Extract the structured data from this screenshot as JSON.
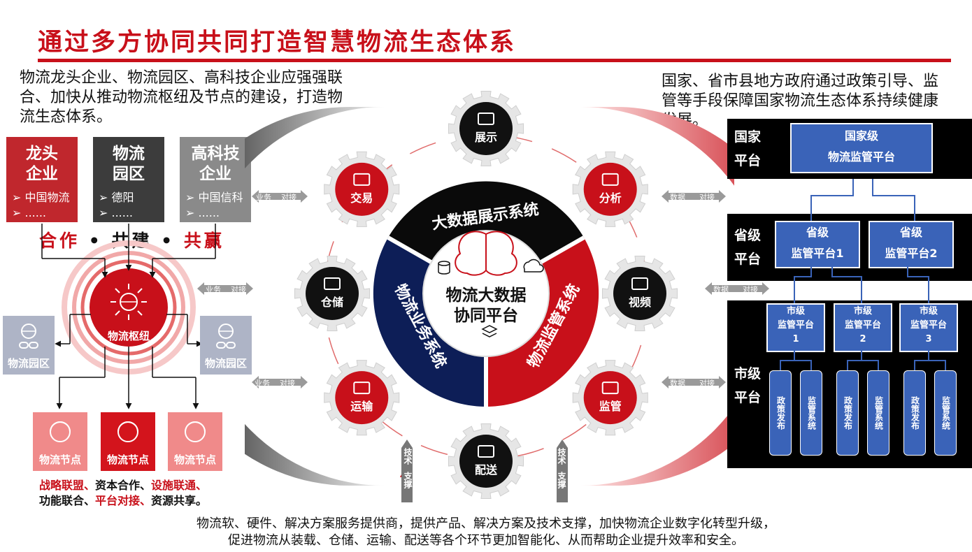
{
  "title": "通过多方协同共同打造智慧物流生态体系",
  "intro_left": [
    "物流龙头企业、物流园区、高科技企业应强强联",
    "合、加快从推动物流枢纽及节点的建设，打造物",
    "流生态体系。"
  ],
  "intro_right": [
    "国家、省市县地方政府通过政策引导、监",
    "管等手段保障国家物流生态体系持续健康",
    "发展。"
  ],
  "corps": [
    {
      "title_l1": "龙头",
      "title_l2": "企业",
      "item1": "中国物流",
      "item2": "......",
      "color": "#c0272d"
    },
    {
      "title_l1": "物流",
      "title_l2": "园区",
      "item1": "德阳",
      "item2": "......",
      "color": "#3c3c3c"
    },
    {
      "title_l1": "高科技",
      "title_l2": "企业",
      "item1": "中国信科",
      "item2": "......",
      "color": "#8a8a8a"
    }
  ],
  "slogan": {
    "w1": "合作",
    "dot": "•",
    "w2": "共建",
    "w3": "共赢"
  },
  "hub": {
    "label": "物流枢纽"
  },
  "parks": {
    "left": "物流园区",
    "right": "物流园区"
  },
  "nodes": [
    "物流节点",
    "物流节点",
    "物流节点"
  ],
  "bottom_left_line1": {
    "a": "战略联盟、",
    "b": "资本合作、",
    "c": "设施联通、"
  },
  "bottom_left_line2": {
    "a": "功能联合、",
    "b": "平台对接、",
    "c": "资源共享。"
  },
  "center": {
    "title_l1": "物流大数据",
    "title_l2": "协同平台",
    "top_sys": "大数据展示系统",
    "left_sys": "物流业务系统",
    "right_sys": "物流监管系统"
  },
  "gears": {
    "top": "展示",
    "top_left": "交易",
    "left": "仓储",
    "bottom_left": "运输",
    "bottom": "配送",
    "bottom_right": "监管",
    "right": "视频",
    "top_right": "分析"
  },
  "arrows_left": {
    "a": "业务",
    "b": "对接"
  },
  "arrows_right": {
    "a": "数据",
    "b": "对接"
  },
  "support": {
    "a": "技术",
    "b": "支撑"
  },
  "levels": {
    "national": [
      "国家",
      "平台"
    ],
    "provincial": [
      "省级",
      "平台"
    ],
    "city": [
      "市级",
      "平台"
    ]
  },
  "national_box": [
    "国家级",
    "物流监管平台"
  ],
  "provincial_boxes": [
    [
      "省级",
      "监管平台1"
    ],
    [
      "省级",
      "监管平台2"
    ]
  ],
  "city_boxes": [
    [
      "市级",
      "监管平台",
      "1"
    ],
    [
      "市级",
      "监管平台",
      "2"
    ],
    [
      "市级",
      "监管平台",
      "3"
    ]
  ],
  "city_sub": [
    "政策发布",
    "监管系统"
  ],
  "bottom_text": [
    "物流软、硬件、解决方案服务提供商，提供产品、解决方案及技术支撑，加快物流企业数字化转型升级，",
    "促进物流从装载、仓储、运输、配送等各个环节更加智能化、从而帮助企业提升效率和安全。"
  ],
  "colors": {
    "red": "#c8101a",
    "navy": "#0d1e57",
    "blue": "#3a63b8",
    "black": "#000000",
    "pink": "#f08a8a"
  }
}
